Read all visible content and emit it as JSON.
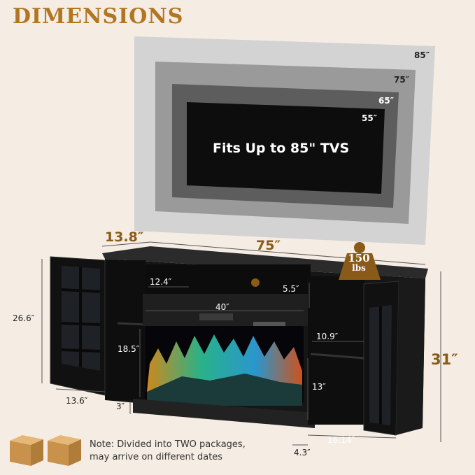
{
  "header": {
    "title": "DIMENSIONS"
  },
  "tv_sizes": {
    "s85": "85″",
    "s75": "75″",
    "s65": "65″",
    "s55": "55″",
    "fits_text": "Fits Up to 85\" TVS"
  },
  "dimensions": {
    "depth_top": "13.8″",
    "width": "75″",
    "height_total": "31″",
    "cabinet_height": "26.6″",
    "cabinet_depth": "13.6″",
    "shelf_width": "12.4″",
    "shelf_height": "5.5″",
    "fireplace_width": "40″",
    "fireplace_height": "18.5″",
    "right_shelf_width": "10.9″",
    "right_shelf_height": "13″",
    "base_height": "3″",
    "foot_width": "4.3″",
    "right_cabinet_width": "16.14″"
  },
  "weight_badge": {
    "value": "150",
    "unit": "lbs"
  },
  "note": {
    "line1": "Note: Divided into TWO packages,",
    "line2": "may arrive on different dates"
  },
  "colors": {
    "title": "#b27622",
    "accent": "#8a5a18",
    "background": "#f5ede4"
  }
}
